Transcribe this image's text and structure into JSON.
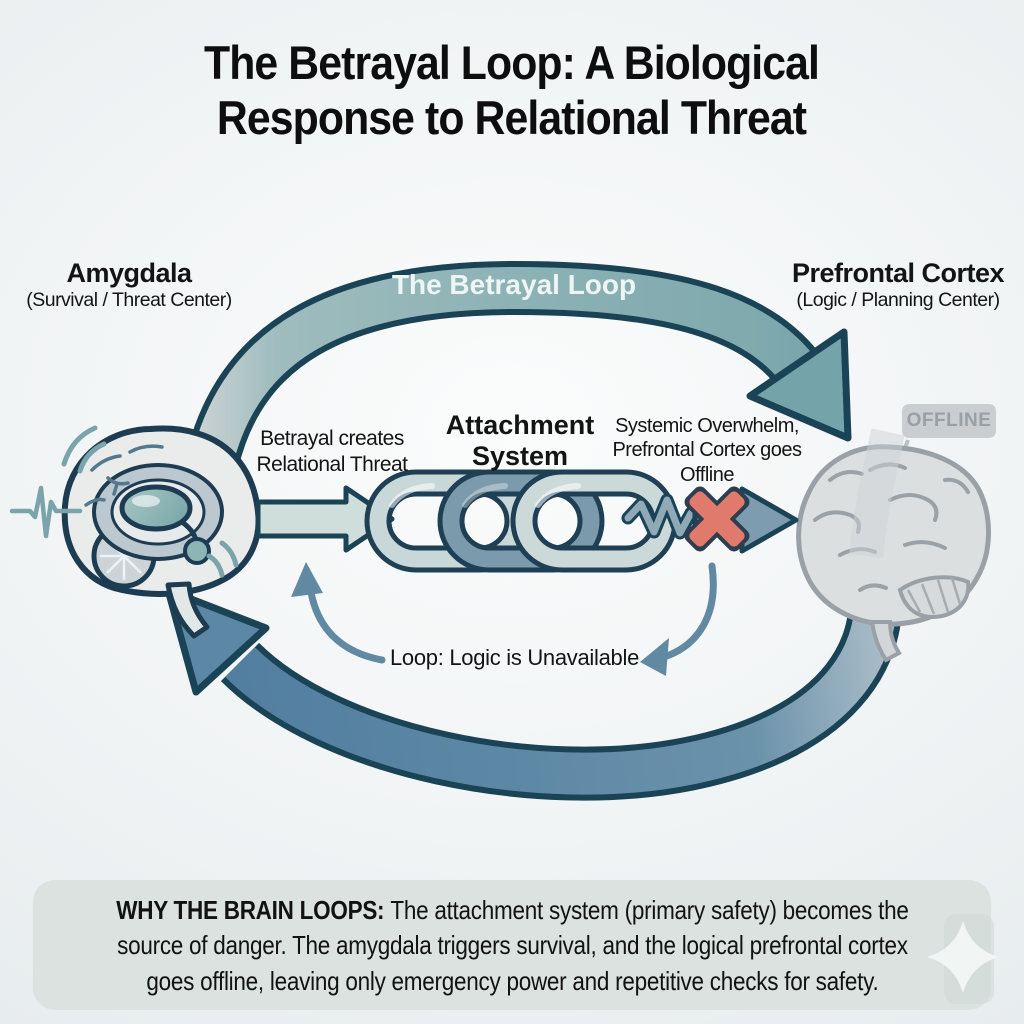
{
  "title": "The Betrayal Loop: A Biological Response to Relational Threat",
  "loop": {
    "label": "The Betrayal Loop",
    "note": "Loop: Logic is Unavailable"
  },
  "nodes": {
    "amygdala": {
      "name": "Amygdala",
      "subtitle": "(Survival / Threat Center)"
    },
    "prefrontal_cortex": {
      "name": "Prefrontal Cortex",
      "subtitle": "(Logic / Planning Center)",
      "status_badge": "OFFLINE"
    },
    "attachment_system": {
      "name": "Attachment System"
    }
  },
  "steps": {
    "trigger": "Betrayal creates Relational Threat",
    "overwhelm": "Systemic Overwhelm, Prefrontal Cortex goes Offline"
  },
  "footer": {
    "lead": "WHY THE BRAIN LOOPS:",
    "line1_rest": "The attachment system (primary safety) becomes the",
    "line2": "source of danger. The amygdala triggers survival, and the logical prefrontal cortex",
    "line3": "goes offline, leaving only emergency power and repetitive checks for safety."
  },
  "icons": {
    "left_node": "amygdala-brain-icon",
    "left_signal": "ekg-pulse-icon",
    "left_alert": "vibration-arcs-icon",
    "center": "chain-links-icon",
    "flow_in": "threat-arrow-icon",
    "flow_break": "disconnect-x-icon",
    "flow_out": "overwhelm-arrow-icon",
    "right_node": "offline-brain-icon",
    "loop_top": "betrayal-loop-top-arrow-icon",
    "loop_bottom": "betrayal-loop-return-arrow-icon",
    "decoration": "sparkle-icon"
  },
  "colors": {
    "outline_navy": "#1b4356",
    "loop_top_band": "#8cb2b5",
    "loop_bottom_band": "#5d88a5",
    "curved_arrow": "#6189a2",
    "chain_light_link": "#c8d7d7",
    "chain_dark_link": "#7b9aab",
    "alert_x": "#df7a6c",
    "offline_grey": "#989fa6",
    "footer_bg": "#dbe2e0"
  }
}
